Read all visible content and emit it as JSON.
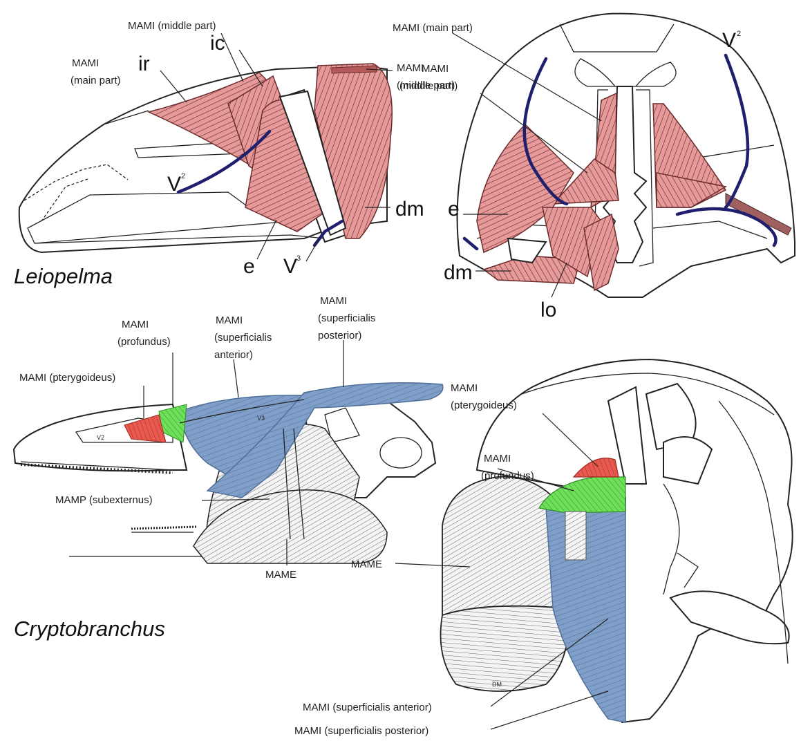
{
  "colors": {
    "muscle_pink": "#e69a9a",
    "muscle_stripe": "#6b2a2a",
    "nerve": "#1f1f6e",
    "mami_blue": "#7f9fc8",
    "mami_red": "#e85a4f",
    "mami_green": "#6fe05a",
    "outline": "#222222"
  },
  "leiopelma": {
    "species": "Leiopelma",
    "lateral": {
      "mami_middle_part": "MAMI (middle part)",
      "mami_main_line1": "MAMI",
      "mami_main_line2": "(main part)",
      "mami_middle_right_line1": "MAMI",
      "mami_middle_right_line2": "(middle part)",
      "ir": "ir",
      "ic": "ic",
      "v2_base": "V",
      "v2_sup": "2",
      "v3_base": "V",
      "v3_sup": "3",
      "dm": "dm",
      "e": "e"
    },
    "dorsal": {
      "mami_main_part": "MAMI (main part)",
      "mami_middle_line1": "MAMI",
      "mami_middle_line2": "(middle part)",
      "v2_base": "V",
      "v2_sup": "2",
      "e": "e",
      "dm": "dm",
      "lo": "lo"
    }
  },
  "cryptobranchus": {
    "species": "Cryptobranchus",
    "lateral": {
      "profundus_line1": "MAMI",
      "profundus_line2": "(profundus)",
      "sup_ant_line1": "MAMI",
      "sup_ant_line2": "(superficialis",
      "sup_ant_line3": "anterior)",
      "sup_post_line1": "MAMI",
      "sup_post_line2": "(superficialis",
      "sup_post_line3": "posterior)",
      "pterygoideus": "MAMI (pterygoideus)",
      "mamp": "MAMP (subexternus)",
      "mame": "MAME",
      "v2_small": "V2",
      "v3_small": "V3"
    },
    "dorsal": {
      "pterygoideus_line1": "MAMI",
      "pterygoideus_line2": "(pterygoideus)",
      "profundus_line1": "MAMI",
      "profundus_line2": "(profundus)",
      "mame": "MAME",
      "dm_small": "DM",
      "sup_anterior": "MAMI (superficialis anterior)",
      "sup_posterior": "MAMI (superficialis posterior)"
    }
  }
}
